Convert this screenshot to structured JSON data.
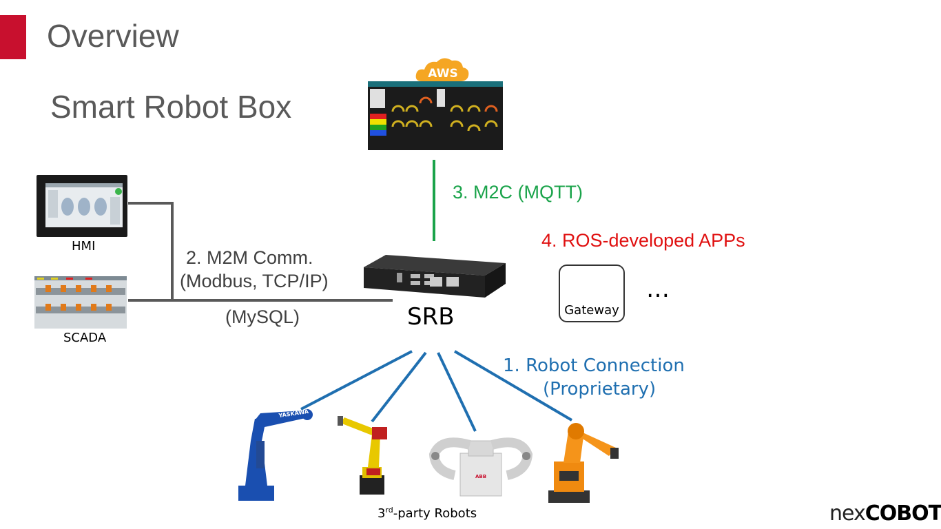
{
  "slide": {
    "title": "Overview",
    "subtitle": "Smart Robot Box"
  },
  "labels": {
    "cloud": "AWS",
    "m2c": "3. M2C (MQTT)",
    "ros_apps": "4. ROS-developed APPs",
    "m2m_line1": "2. M2M Comm.",
    "m2m_line2": "(Modbus, TCP/IP)",
    "mysql": "(MySQL)",
    "srb": "SRB",
    "hmi": "HMI",
    "scada": "SCADA",
    "gateway": "Gateway",
    "ellipsis": "…",
    "robot_conn_line1": "1. Robot Connection",
    "robot_conn_line2": "(Proprietary)",
    "robots_base": "3",
    "robots_sup": "rd",
    "robots_rest": "-party Robots",
    "robot_brand": "YASKAWA",
    "robot_abb": "ABB"
  },
  "logo": {
    "part1": "nex",
    "part2": "COBOT"
  },
  "colors": {
    "accent": "#c8102e",
    "m2c_line": "#1aa34a",
    "ros_text": "#e01010",
    "robot_lines": "#1f6fb0",
    "m2m_lines": "#595959"
  }
}
